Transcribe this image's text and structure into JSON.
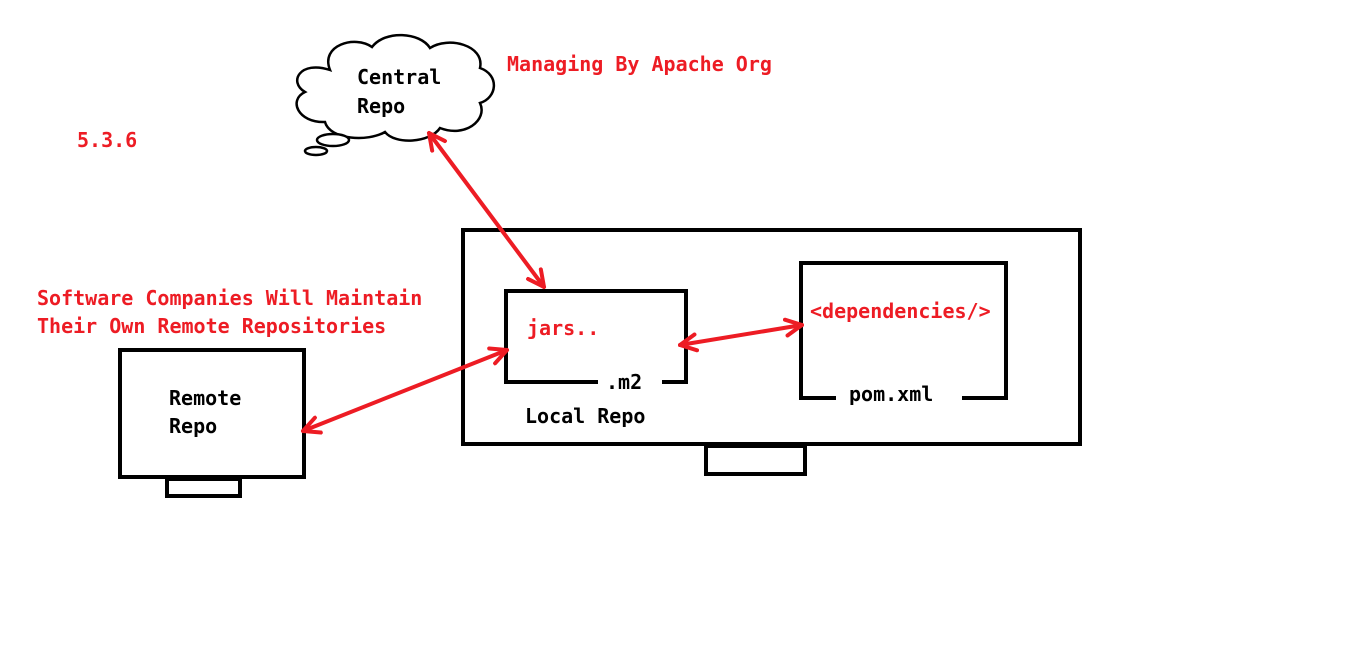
{
  "diagram": {
    "version": "5.3.6",
    "central_repo": {
      "line1": "Central",
      "line2": "Repo",
      "note": "Managing By Apache Org"
    },
    "remote_repo": {
      "line1": "Remote",
      "line2": "Repo",
      "note_line1": "Software Companies Will Maintain",
      "note_line2": "Their Own Remote Repositories"
    },
    "local_repo": {
      "label": "Local Repo",
      "folder": ".m2",
      "content": "jars.."
    },
    "pom": {
      "label": "pom.xml",
      "content": "<dependencies/>"
    },
    "colors": {
      "accent": "#ed1c24",
      "stroke": "#000000",
      "background": "#ffffff"
    }
  }
}
